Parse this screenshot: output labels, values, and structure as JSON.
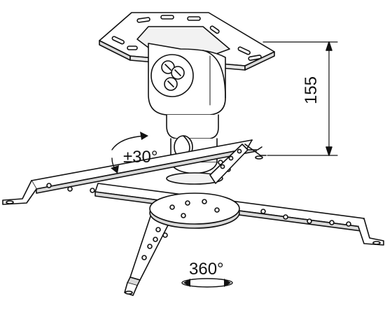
{
  "diagram": {
    "subject": "projector-ceiling-mount",
    "labels": {
      "height": "155",
      "tilt": "±30°",
      "rotation": "360°"
    },
    "colors": {
      "line": "#111111",
      "fill": "#ffffff",
      "shade": "#d9d9d9"
    }
  }
}
